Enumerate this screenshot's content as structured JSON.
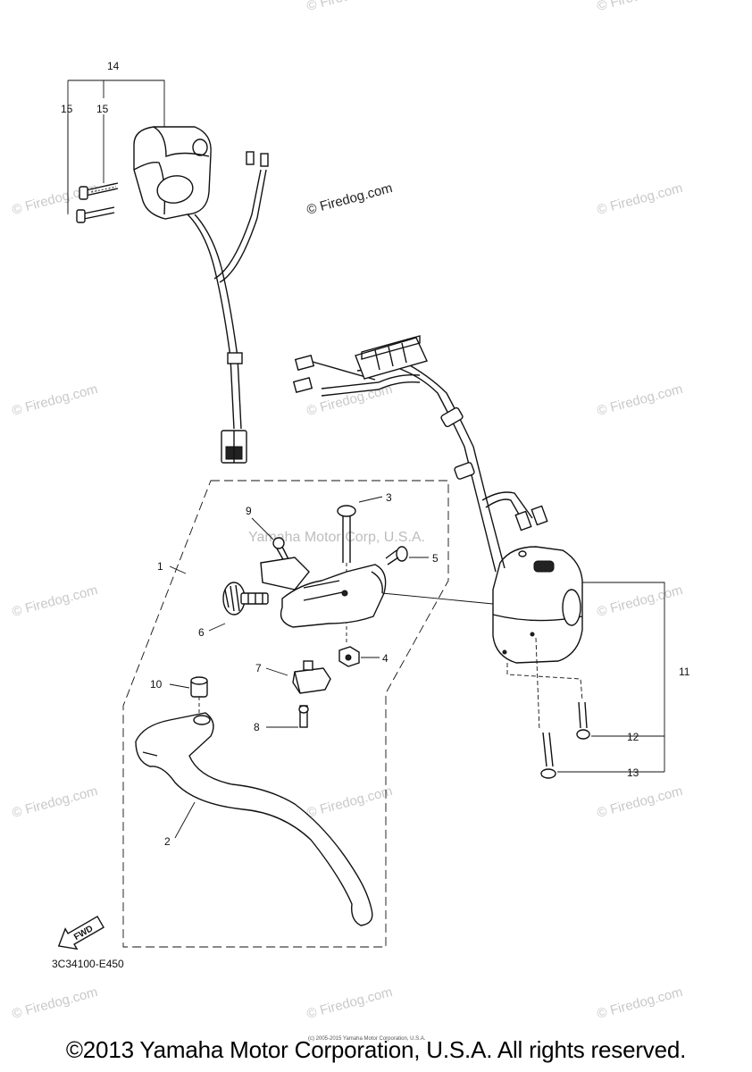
{
  "watermark": {
    "text": "© Firedog.com",
    "center_text": "© Firedog.com",
    "yamaha_text": "Yamaha Motor Corp, U.S.A."
  },
  "callouts": {
    "c1": "1",
    "c2": "2",
    "c3": "3",
    "c4": "4",
    "c5": "5",
    "c6": "6",
    "c7": "7",
    "c8": "8",
    "c9": "9",
    "c10": "10",
    "c11": "11",
    "c12": "12",
    "c13": "13",
    "c14": "14",
    "c15a": "15",
    "c15b": "15"
  },
  "diagram_code": "3C34100-E450",
  "fwd_label": "FWD",
  "copyright": "©2013 Yamaha Motor Corporation, U.S.A. All rights reserved.",
  "small_copyright": "(c) 2005-2015 Yamaha Motor Corporation, U.S.A."
}
